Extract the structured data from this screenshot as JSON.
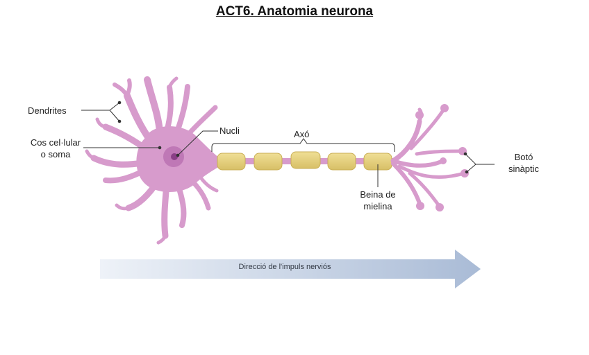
{
  "title": "ACT6. Anatomia neurona",
  "labels": {
    "dendrites": "Dendrites",
    "soma_line1": "Cos cel·lular",
    "soma_line2": "o soma",
    "nucleus": "Nucli",
    "axon": "Axó",
    "myelin_line1": "Beina de",
    "myelin_line2": "mielina",
    "terminal_line1": "Botó",
    "terminal_line2": "sinàptic"
  },
  "arrow_text": "Direcció de l'impuls nerviós",
  "colors": {
    "neuron": "#d79bcc",
    "neuron_dark": "#c57bb8",
    "nucleus": "#9b4f98",
    "myelin": "#e6d27f",
    "myelin_dark": "#cdb45b",
    "arrow_start": "#eef2f8",
    "arrow_end": "#a9bbd6"
  }
}
